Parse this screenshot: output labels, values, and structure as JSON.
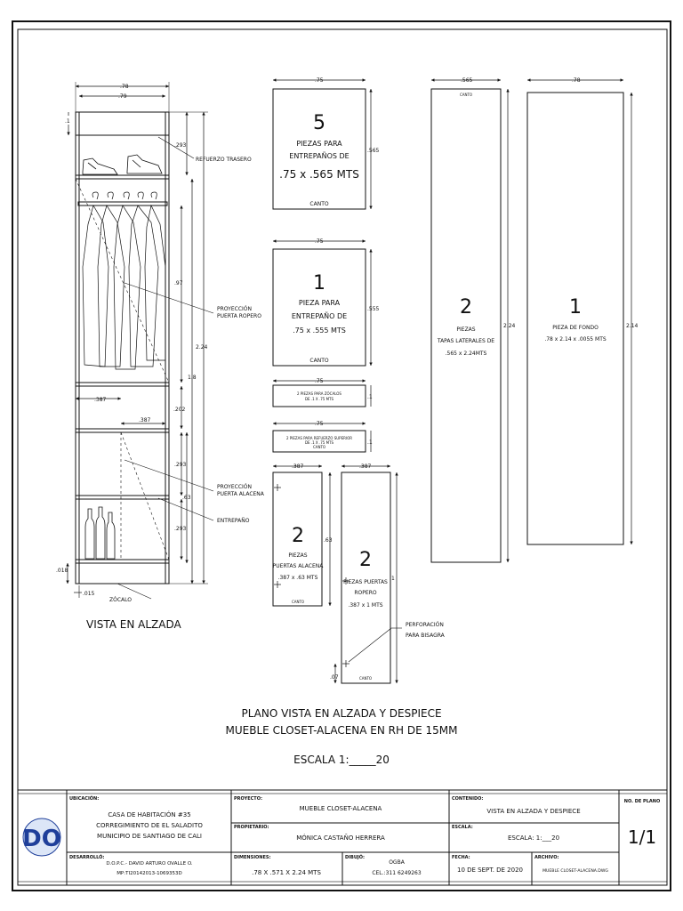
{
  "drawing": {
    "elevation": {
      "dim_top_outer": ".78",
      "dim_top_inner": ".79",
      "dim_top_offset": ".1",
      "dim_upper_shelf": ".293",
      "dim_hanging": ".97",
      "dim_total_height": "2.24",
      "dim_height_1_8": "1.8",
      "dim_202": ".202",
      "dim_387_left": ".387",
      "dim_387_right": ".387",
      "dim_lower_1": ".293",
      "dim_lower_2": ".63",
      "dim_lower_3": ".293",
      "dim_base_018": ".018",
      "dim_base_015": ".015",
      "label_refuerzo": "REFUERZO TRASERO",
      "label_proy_ropero": [
        "PROYECCIÓN",
        "PUERTA ROPERO"
      ],
      "label_proy_alacena": [
        "PROYECCIÓN",
        "PUERTA ALACENA"
      ],
      "label_entrepano": "ENTREPAÑO",
      "label_zocalo": "ZÓCALO",
      "title": "VISTA EN ALZADA"
    },
    "pieces": {
      "shelf5": {
        "dim_w": ".75",
        "dim_h": ".565",
        "qty": "5",
        "lines": [
          "PIEZAS PARA",
          "ENTREPAÑOS DE",
          ".75 x .565 MTS"
        ],
        "canto": "CANTO"
      },
      "shelf1": {
        "dim_w": ".75",
        "dim_h": ".555",
        "qty": "1",
        "lines": [
          "PIEZA PARA",
          "ENTREPAÑO DE",
          ".75 x .555 MTS"
        ],
        "canto": "CANTO"
      },
      "strip1": {
        "dim_w": ".75",
        "dim_h": ".1",
        "lines": [
          "2 PIEZAS PARA ZÓCALOS",
          "DE .1 X .75 MTS"
        ]
      },
      "strip2": {
        "dim_w": ".75",
        "dim_h": ".1",
        "lines": [
          "2 PIEZAS PARA REFUERZO SUPERIOR",
          "DE .1 X .75 MTS",
          "CANTO"
        ]
      },
      "door_alacena": {
        "dim_w": ".387",
        "dim_h": ".63",
        "qty": "2",
        "lines": [
          "PIEZAS",
          "PUERTAS ALACENA",
          ".387 x .63 MTS"
        ],
        "canto": "CANTO"
      },
      "door_ropero": {
        "dim_w": ".387",
        "dim_h": "1",
        "qty": "2",
        "lines": [
          "PIEZAS PUERTAS",
          "ROPERO",
          ".387 x 1 MTS"
        ],
        "canto": "CANTO",
        "dim_hinge": ".07"
      },
      "label_perforacion": [
        "PERFORACIÓN",
        "PARA BISAGRA"
      ],
      "side": {
        "dim_w": ".565",
        "dim_h": "2.24",
        "qty": "2",
        "lines": [
          "PIEZAS",
          "TAPAS LATERALES DE",
          ".565 x 2.24MTS"
        ],
        "canto": "CANTO"
      },
      "back": {
        "dim_w": ".78",
        "dim_h": "2.14",
        "qty": "1",
        "lines": [
          "PIEZA DE FONDO",
          ".78 x 2.14 x .0055 MTS"
        ]
      }
    },
    "caption": {
      "line1": "PLANO VISTA EN ALZADA Y DESPIECE",
      "line2": "MUEBLE CLOSET-ALACENA EN RH DE 15MM",
      "scale": "ESCALA 1:_____20"
    }
  },
  "title_block": {
    "logo": "DO",
    "ubicacion_label": "UBICACIÓN:",
    "ubicacion": [
      "CASA DE HABITACIÓN #35",
      "CORREGIMIENTO DE EL SALADITO",
      "MUNICIPIO DE SANTIAGO DE CALI"
    ],
    "desarrollo_label": "DESARROLLÓ:",
    "desarrollo": [
      "D.O.P.C.- DAVID ARTURO OVALLE O.",
      "MP:TI20142013-1069353D"
    ],
    "proyecto_label": "PROYECTO:",
    "proyecto": "MUEBLE CLOSET-ALACENA",
    "propietario_label": "PROPIETARIO:",
    "propietario": "MÓNICA CASTAÑO HERRERA",
    "dimensiones_label": "DIMENSIONES:",
    "dimensiones": ".78 X .571 X 2.24 MTS",
    "dibujo_label": "DIBUJÓ:",
    "dibujo": [
      "OGBA",
      "CEL.:311 6249263"
    ],
    "contenido_label": "CONTENIDO:",
    "contenido": "VISTA EN ALZADA Y DESPIECE",
    "escala_label": "ESCALA:",
    "escala": "ESCALA: 1:___20",
    "fecha_label": "FECHA:",
    "fecha": "10 DE SEPT. DE 2020",
    "archivo_label": "ARCHIVO:",
    "archivo": "MUEBLE CLOSET-ALACENA.DWG",
    "plano_label": "NO. DE PLANO",
    "plano": "1/1"
  },
  "colors": {
    "ink": "#111111",
    "logo_blue": "#1f3f9a",
    "paper": "#ffffff"
  }
}
